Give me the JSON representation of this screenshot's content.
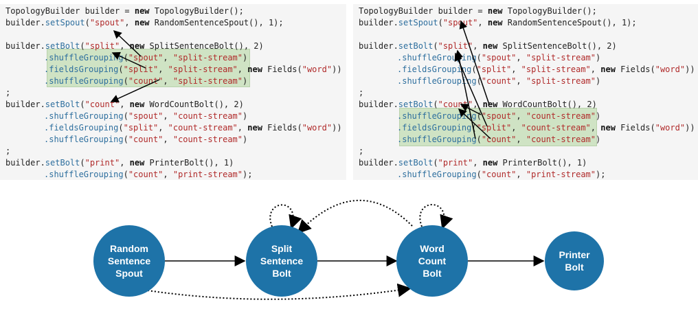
{
  "colors": {
    "node_fill": "#1e73a8",
    "edge": "#000000",
    "highlight": "#cfe3c4",
    "method": "#2e6f9e",
    "string": "#b02a2a"
  },
  "code_left": {
    "l1": {
      "a": "TopologyBuilder builder = ",
      "kw": "new",
      "b": " TopologyBuilder();"
    },
    "l2": {
      "obj": "builder.",
      "m": "setSpout",
      "o": "(",
      "s1": "\"spout\"",
      "c": ", ",
      "kw": "new",
      "r": " RandomSentenceSpout(), 1);"
    },
    "l3": {
      "obj": "builder.",
      "m": "setBolt",
      "o": "(",
      "s1": "\"split\"",
      "c": ", ",
      "kw": "new",
      "r": " SplitSentenceBolt(), 2)"
    },
    "l4": {
      "m": ".shuffleGrouping",
      "o": "(",
      "s1": "\"spout\"",
      "c": ", ",
      "s2": "\"split-stream\"",
      "e": ")"
    },
    "l5": {
      "m": ".fieldsGrouping",
      "o": "(",
      "s1": "\"split\"",
      "c": ", ",
      "s2": "\"split-stream\"",
      "c2": ", ",
      "kw": "new",
      "r": " Fields(",
      "s3": "\"word\"",
      "e": "))"
    },
    "l6": {
      "m": ".shuffleGrouping",
      "o": "(",
      "s1": "\"count\"",
      "c": ", ",
      "s2": "\"split-stream\"",
      "e": ")"
    },
    "l7": ";",
    "l8": {
      "obj": "builder.",
      "m": "setBolt",
      "o": "(",
      "s1": "\"count\"",
      "c": ", ",
      "kw": "new",
      "r": " WordCountBolt(), 2)"
    },
    "l9": {
      "m": ".shuffleGrouping",
      "o": "(",
      "s1": "\"spout\"",
      "c": ", ",
      "s2": "\"count-stream\"",
      "e": ")"
    },
    "l10": {
      "m": ".fieldsGrouping",
      "o": "(",
      "s1": "\"split\"",
      "c": ", ",
      "s2": "\"count-stream\"",
      "c2": ", ",
      "kw": "new",
      "r": " Fields(",
      "s3": "\"word\"",
      "e": "))"
    },
    "l11": {
      "m": ".shuffleGrouping",
      "o": "(",
      "s1": "\"count\"",
      "c": ", ",
      "s2": "\"count-stream\"",
      "e": ")"
    },
    "l12": ";",
    "l13": {
      "obj": "builder.",
      "m": "setBolt",
      "o": "(",
      "s1": "\"print\"",
      "c": ", ",
      "kw": "new",
      "r": " PrinterBolt(), 1)"
    },
    "l14": {
      "m": ".shuffleGrouping",
      "o": "(",
      "s1": "\"count\"",
      "c": ", ",
      "s2": "\"print-stream\"",
      "e": ");"
    }
  },
  "nodes": {
    "spout": "Random\nSentence\nSpout",
    "split": "Split\nSentence\nBolt",
    "count": "Word\nCount\nBolt",
    "printer": "Printer\nBolt"
  }
}
